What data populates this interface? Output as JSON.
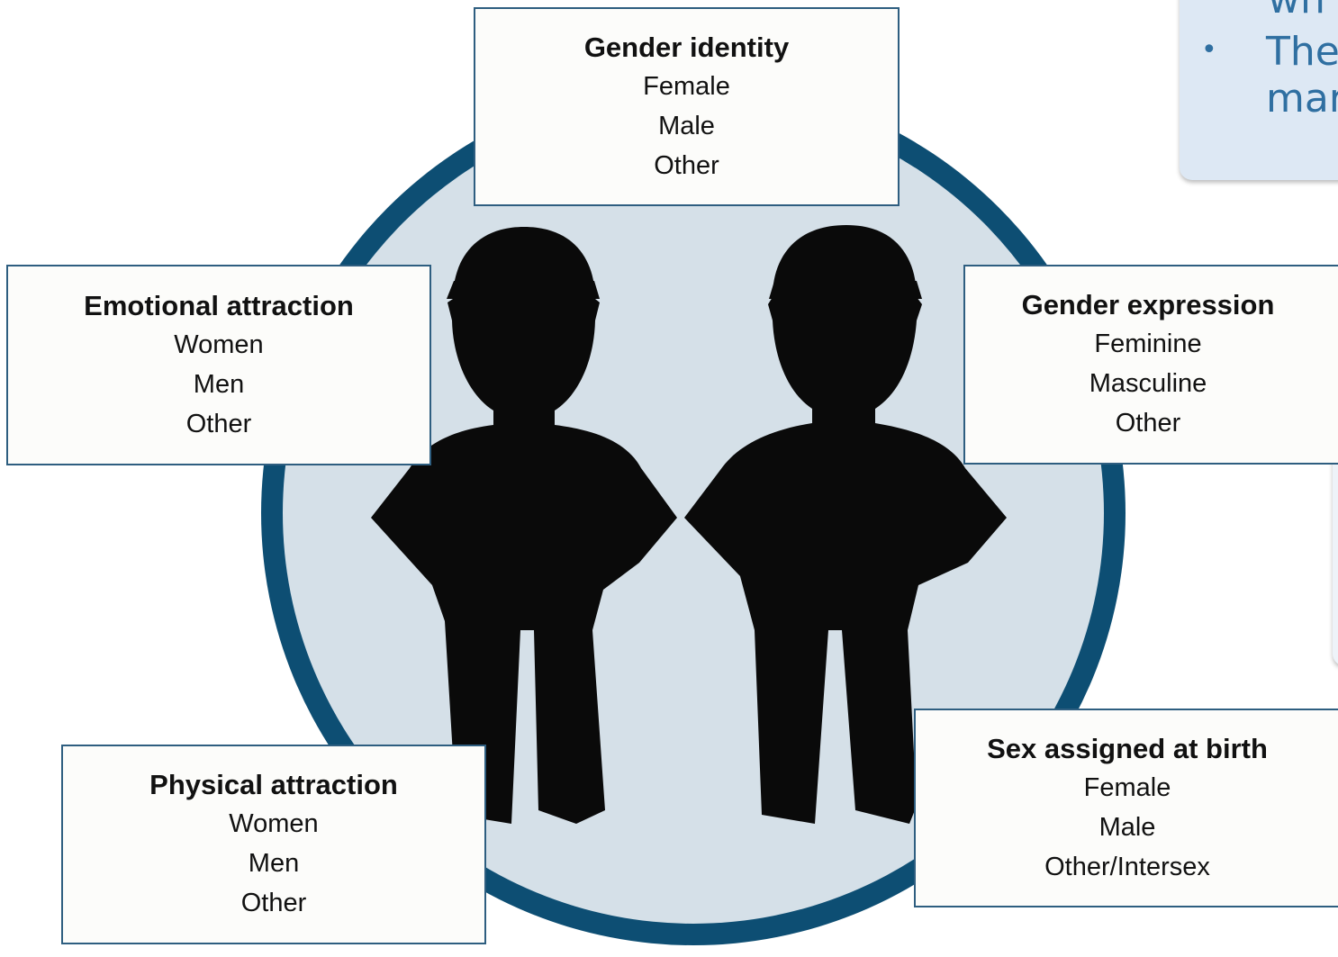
{
  "background_slide": {
    "bullet_lines": [
      "wh",
      "•",
      "The",
      "mar"
    ]
  },
  "colors": {
    "ring": "#0d4e73",
    "disc": "#d5e0e8",
    "silhouette": "#0a0a0a",
    "box_border": "#2e5e80",
    "slide_text": "#2f6fa1"
  },
  "figures": [
    "person-silhouette-left",
    "person-silhouette-right"
  ],
  "boxes": {
    "gender_identity": {
      "title": "Gender identity",
      "options": [
        "Female",
        "Male",
        "Other"
      ]
    },
    "emotional_attraction": {
      "title": "Emotional attraction",
      "options": [
        "Women",
        "Men",
        "Other"
      ]
    },
    "gender_expression": {
      "title": "Gender expression",
      "options": [
        "Feminine",
        "Masculine",
        "Other"
      ]
    },
    "physical_attraction": {
      "title": "Physical attraction",
      "options": [
        "Women",
        "Men",
        "Other"
      ]
    },
    "sex_assigned": {
      "title": "Sex assigned at birth",
      "options": [
        "Female",
        "Male",
        "Other/Intersex"
      ]
    }
  }
}
